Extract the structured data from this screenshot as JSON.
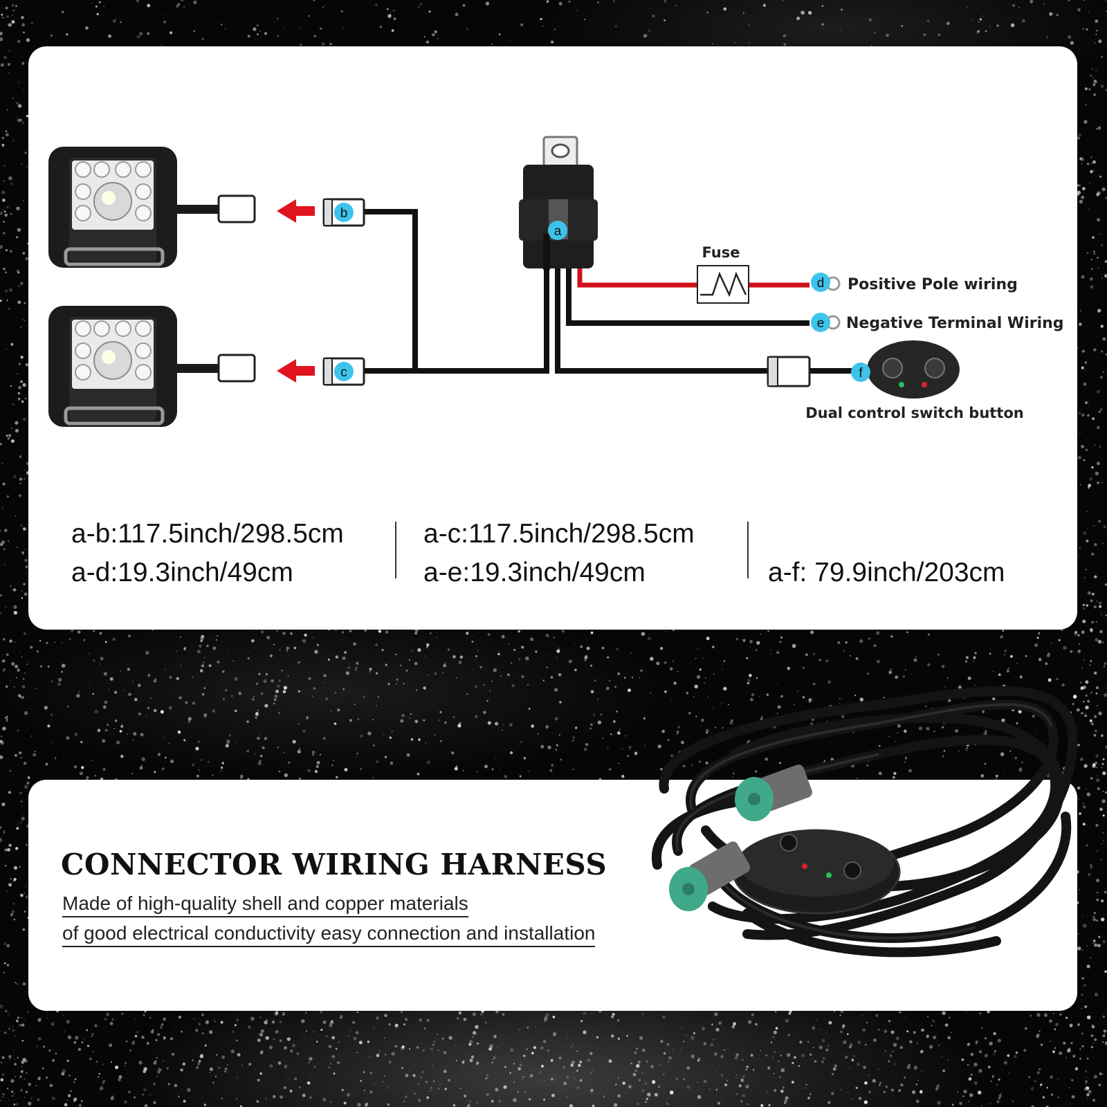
{
  "diagram": {
    "nodes": {
      "a": "a",
      "b": "b",
      "c": "c",
      "d": "d",
      "e": "e",
      "f": "f"
    },
    "fuse_label": "Fuse",
    "positive_label": "Positive Pole wiring",
    "negative_label": "Negative Terminal Wiring",
    "switch_label": "Dual control switch button"
  },
  "measurements": {
    "ab": "a-b:117.5inch/298.5cm",
    "ad": "a-d:19.3inch/49cm",
    "ac": "a-c:117.5inch/298.5cm",
    "ae": "a-e:19.3inch/49cm",
    "af": "a-f: 79.9inch/203cm"
  },
  "harness": {
    "title": "CONNECTOR WIRING HARNESS",
    "line1": "Made of high-quality shell and copper materials",
    "line2": "of good electrical conductivity easy connection and installation"
  },
  "colors": {
    "badge": "#3ec3ea",
    "positive_wire": "#d0101a",
    "arrow": "#e0141e",
    "connector_green": "#3fa98a"
  }
}
